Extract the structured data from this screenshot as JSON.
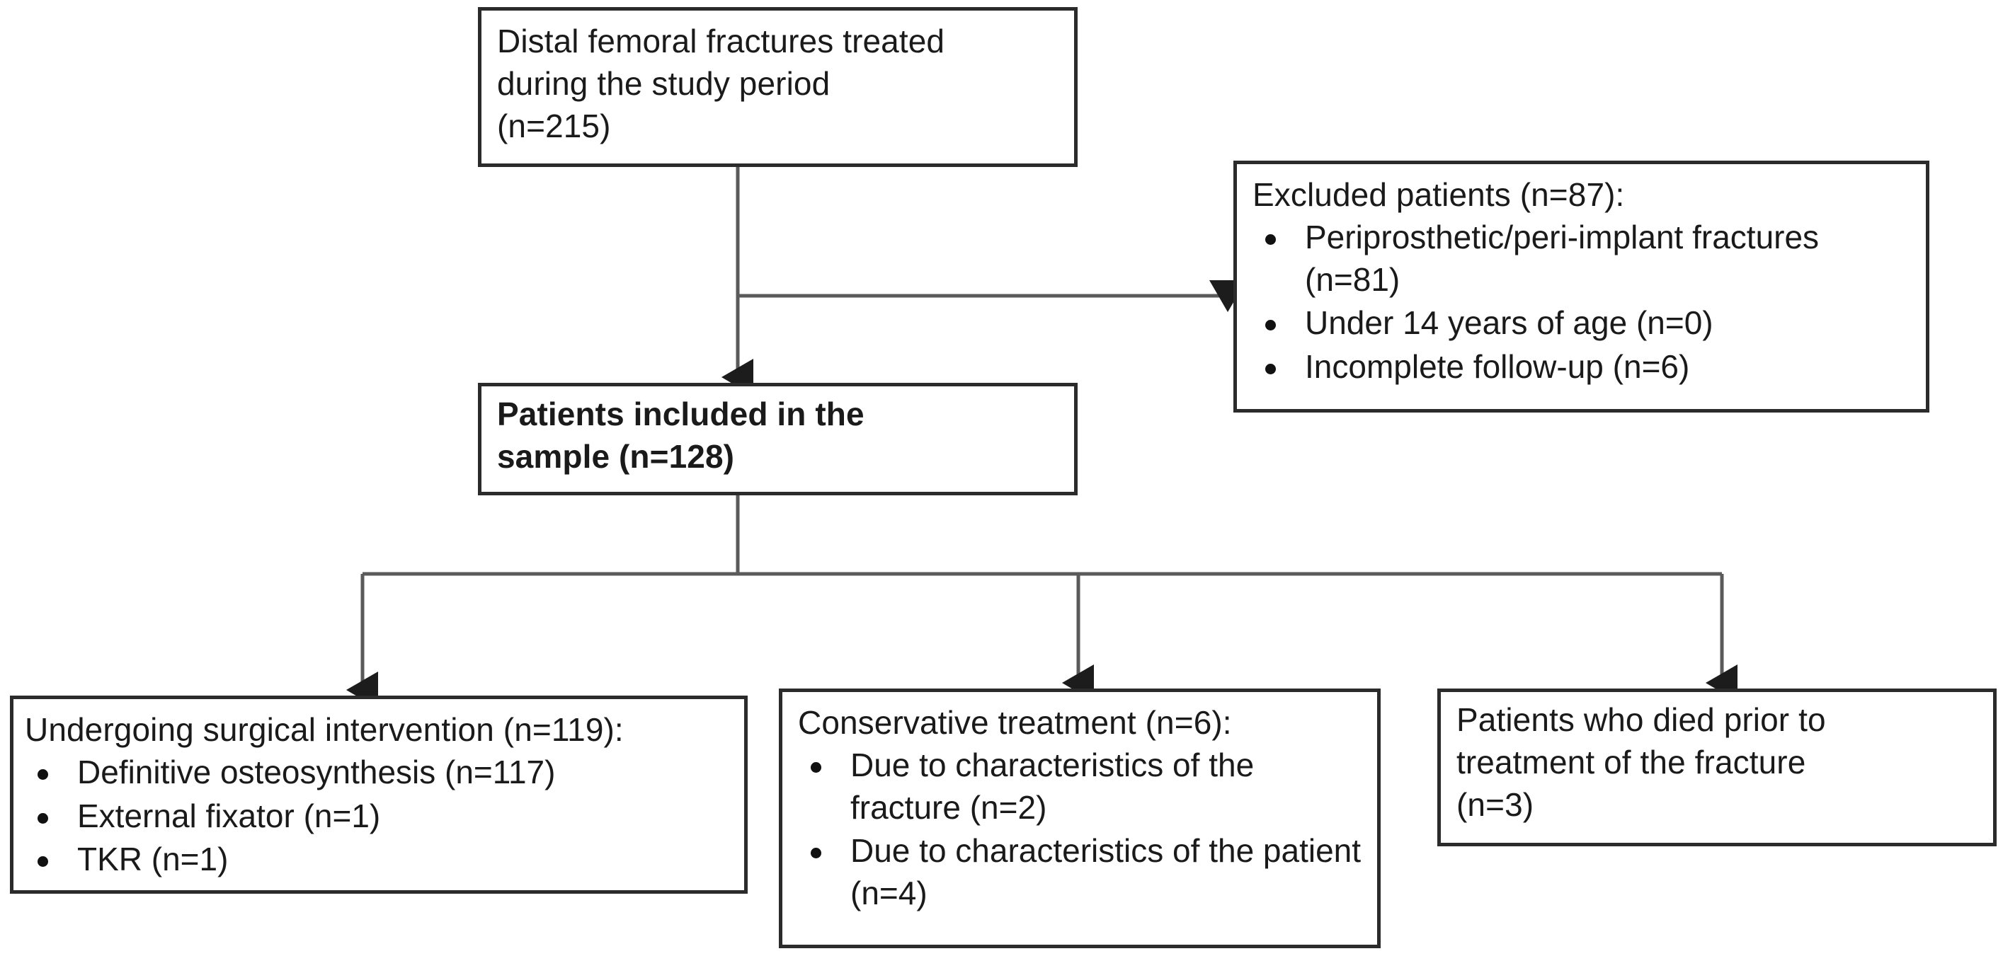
{
  "figure": {
    "type": "flowchart",
    "description": "Patient selection flow diagram for distal femoral fractures study"
  },
  "nodes": {
    "source": {
      "name": "source-population-box",
      "text": "Distal femoral fractures treated\nduring the study period\n(n=215)",
      "bold": false
    },
    "excluded": {
      "name": "excluded-patients-box",
      "heading": "Excluded patients (n=87):",
      "bullets": [
        "Periprosthetic/peri-implant fractures (n=81)",
        "Under 14 years of age (n=0)",
        "Incomplete follow-up (n=6)"
      ]
    },
    "included": {
      "name": "included-sample-box",
      "text": "Patients included in the\nsample (n=128)",
      "bold": true
    },
    "surgical": {
      "name": "surgical-intervention-box",
      "heading": "Undergoing surgical intervention (n=119):",
      "bullets": [
        "Definitive osteosynthesis (n=117)",
        "External fixator (n=1)",
        "TKR (n=1)"
      ]
    },
    "conservative": {
      "name": "conservative-treatment-box",
      "heading": "Conservative treatment (n=6):",
      "bullets": [
        "Due to characteristics of the fracture (n=2)",
        "Due to characteristics of the patient (n=4)"
      ]
    },
    "died": {
      "name": "died-before-treatment-box",
      "text": "Patients who died prior to\ntreatment of the fracture\n(n=3)",
      "bold": false
    }
  },
  "counts": {
    "treated_total": 215,
    "excluded_total": 87,
    "excluded_periprosthetic": 81,
    "excluded_under_14": 0,
    "excluded_incomplete_followup": 6,
    "included_sample": 128,
    "surgical_total": 119,
    "definitive_osteosynthesis": 117,
    "external_fixator": 1,
    "tkr": 1,
    "conservative_total": 6,
    "conservative_fracture": 2,
    "conservative_patient": 4,
    "died_before_treatment": 3
  },
  "colors": {
    "border": "#2b2b2b",
    "text": "#1a1a1a",
    "connector": "#5a5a5a",
    "background": "#ffffff"
  }
}
